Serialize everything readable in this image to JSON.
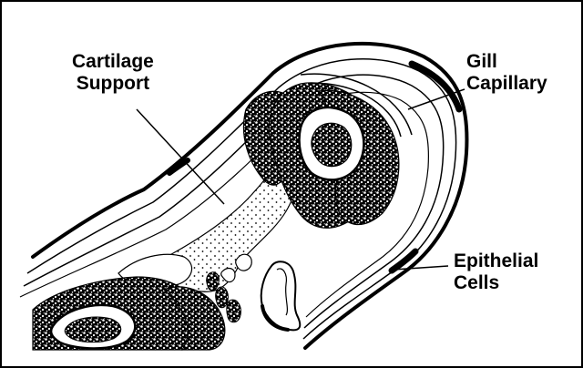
{
  "labels": {
    "cartilage_support": [
      "Cartilage",
      "Support"
    ],
    "gill_capillary": [
      "Gill",
      "Capillary"
    ],
    "epithelial_cells": [
      "Epithelial",
      "Cells"
    ]
  },
  "colors": {
    "ink": "#000000",
    "paper": "#ffffff",
    "stipple": "#000000"
  }
}
